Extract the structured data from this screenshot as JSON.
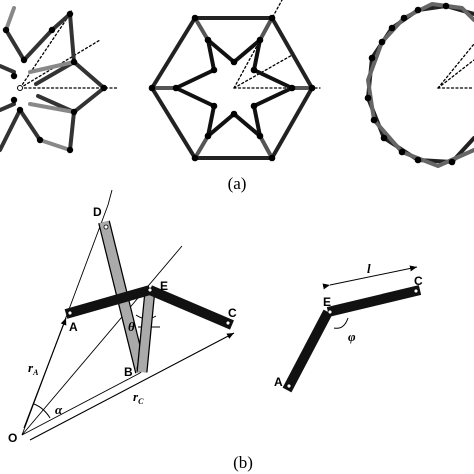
{
  "captions": {
    "a": "(a)",
    "b": "(b)"
  },
  "points": {
    "O": "O",
    "A": "A",
    "B": "B",
    "C": "C",
    "D": "D",
    "E": "E"
  },
  "symbols": {
    "rA": "r",
    "rA_sub": "A",
    "rC": "r",
    "rC_sub": "C",
    "alpha": "α",
    "theta": "θ",
    "l": "l",
    "phi": "φ"
  },
  "link_labels": {
    "A": "A",
    "E": "E",
    "C": "C"
  },
  "colors": {
    "dark_bar": "#111111",
    "gray_bar": "#aaaaaa",
    "line": "#000000"
  }
}
